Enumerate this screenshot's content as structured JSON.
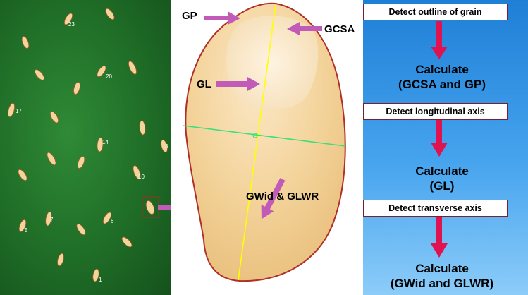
{
  "left_panel": {
    "grain_numbers": [
      "23",
      "20",
      "17",
      "14",
      "7",
      "6",
      "5",
      "3",
      "1",
      "10"
    ]
  },
  "center_panel": {
    "labels": {
      "gp": "GP",
      "gcsa": "GCSA",
      "gl": "GL",
      "gwid_glwr": "GWid & GLWR"
    }
  },
  "right_panel": {
    "steps": [
      {
        "box": "Detect outline of grain",
        "calc_line1": "Calculate",
        "calc_line2": "(GCSA and GP)"
      },
      {
        "box": "Detect longitudinal  axis",
        "calc_line1": "Calculate",
        "calc_line2": "(GL)"
      },
      {
        "box": "Detect transverse axis",
        "calc_line1": "Calculate",
        "calc_line2": "(GWid and GLWR)"
      }
    ]
  },
  "colors": {
    "field_green": "#1f6d27",
    "arrow_magenta": "#c25bb8",
    "flow_arrow": "#e0124f",
    "axis_yellow": "#ffff00",
    "axis_green": "#39e07a",
    "outline_red": "#b03027",
    "grain_fill": "#f5d7a4"
  }
}
